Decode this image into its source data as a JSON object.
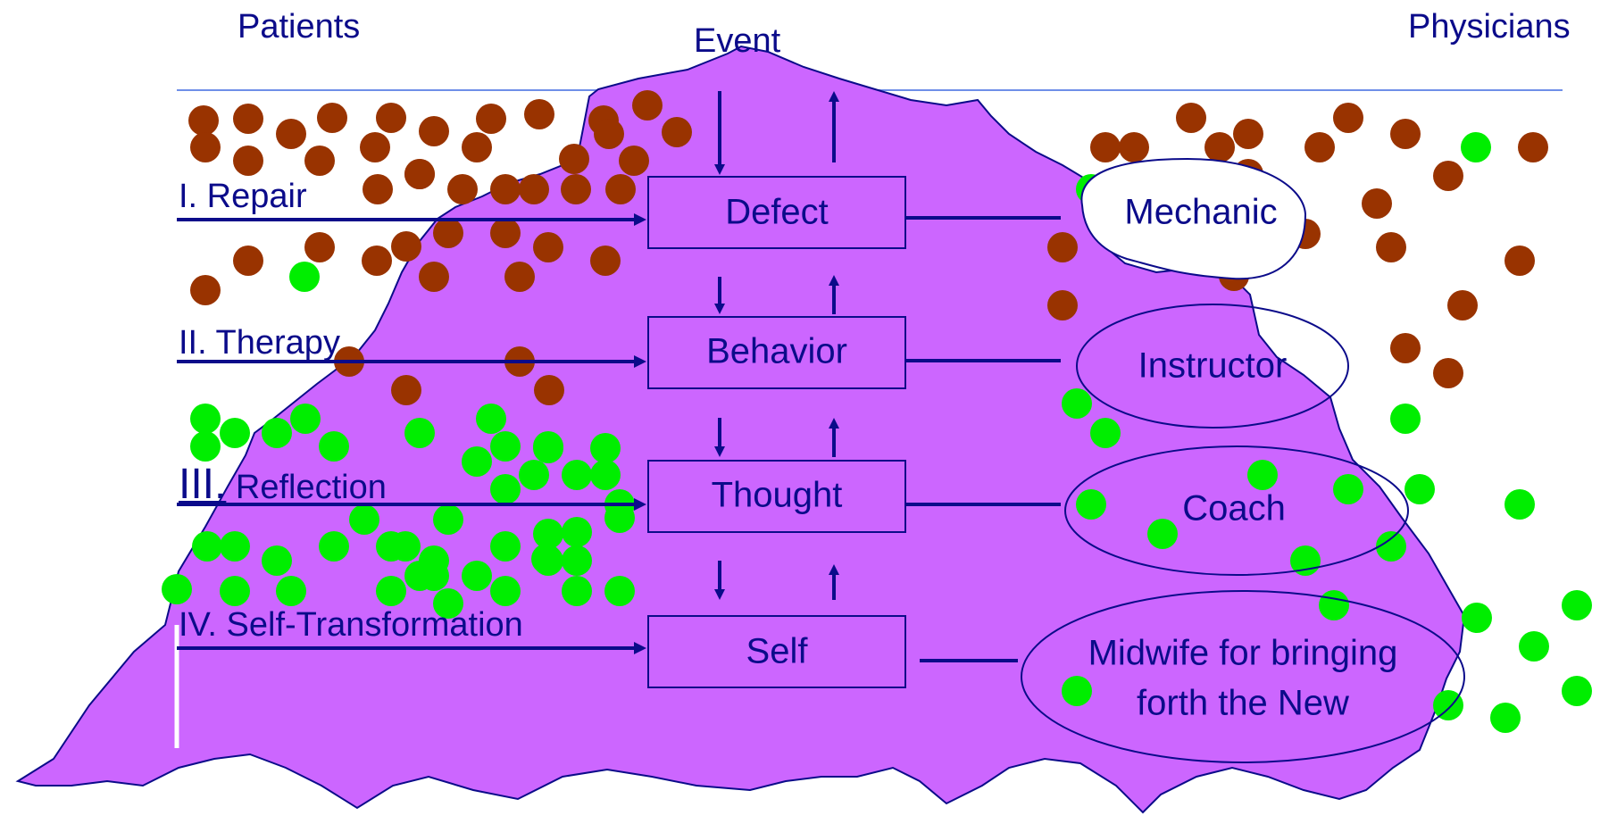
{
  "headers": {
    "patients": "Patients",
    "event": "Event",
    "physicians": "Physicians"
  },
  "levels": {
    "repair": "I. Repair",
    "therapy": "II. Therapy",
    "reflection_numeral": "III.",
    "reflection_word": " Reflection",
    "self_transformation": "IV. Self-Transformation"
  },
  "boxes": {
    "defect": "Defect",
    "behavior": "Behavior",
    "thought": "Thought",
    "self": "Self"
  },
  "roles": {
    "mechanic": "Mechanic",
    "instructor": "Instructor",
    "coach": "Coach",
    "midwife_line1": "Midwife for bringing",
    "midwife_line2": "forth the New"
  },
  "colors": {
    "mountain_fill": "#cc66ff",
    "text_and_lines": "#0b0b8a",
    "dot_brown": "#993300",
    "dot_green": "#00ee00"
  }
}
